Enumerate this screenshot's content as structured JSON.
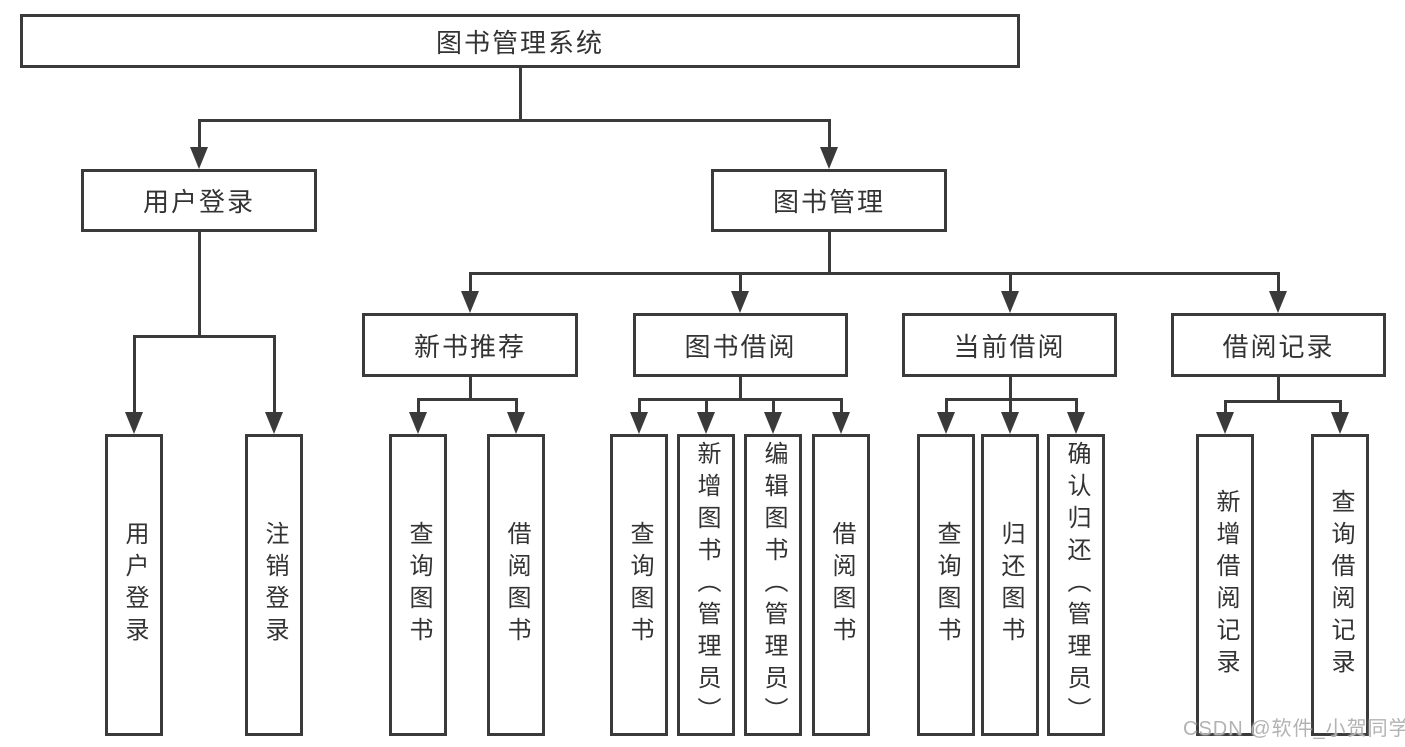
{
  "diagram": {
    "root": "图书管理系统",
    "user_login": {
      "label": "用户登录",
      "children": [
        "用户登录",
        "注销登录"
      ]
    },
    "book_management": {
      "label": "图书管理",
      "sections": [
        {
          "label": "新书推荐",
          "children": [
            "查询图书",
            "借阅图书"
          ]
        },
        {
          "label": "图书借阅",
          "children": [
            "查询图书",
            "新增图书（管理员）",
            "编辑图书（管理员）",
            "借阅图书"
          ]
        },
        {
          "label": "当前借阅",
          "children": [
            "查询图书",
            "归还图书",
            "确认归还（管理员）"
          ]
        },
        {
          "label": "借阅记录",
          "children": [
            "新增借阅记录",
            "查询借阅记录"
          ]
        }
      ]
    }
  },
  "watermark": "CSDN @软件_小贺同学",
  "colors": {
    "line": "#3a3a3a",
    "text": "#333333",
    "background": "#ffffff",
    "watermark": "#b3b3b3"
  }
}
